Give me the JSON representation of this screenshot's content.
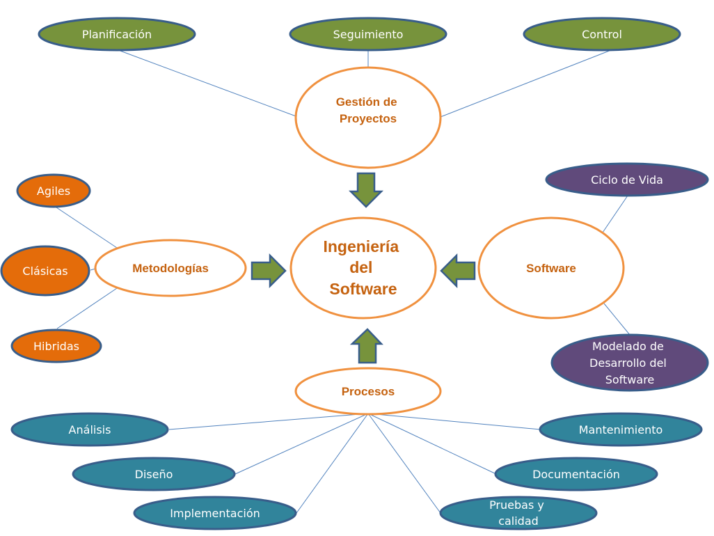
{
  "title": "Ingeniería del Software",
  "colors": {
    "hub_stroke": "#f0913f",
    "hub_text": "#c5620f",
    "connector": "#4f81bd",
    "arrow_fill": "#77933c",
    "arrow_stroke": "#385d8a",
    "leaf_stroke": "#385d8a",
    "green_leaf": "#77933c",
    "orange_leaf": "#e46c0a",
    "purple_leaf": "#604a7b",
    "teal_leaf": "#31849b"
  },
  "center": {
    "lines": [
      "Ingeniería",
      "del",
      "Software"
    ]
  },
  "hubs": {
    "gestion": {
      "lines": [
        "Gestión de",
        "Proyectos"
      ]
    },
    "metodologias": {
      "lines": [
        "Metodologías"
      ]
    },
    "software": {
      "lines": [
        "Software"
      ]
    },
    "procesos": {
      "lines": [
        "Procesos"
      ]
    }
  },
  "leaves": {
    "gestion": [
      {
        "lines": [
          "Planificación"
        ]
      },
      {
        "lines": [
          "Seguimiento"
        ]
      },
      {
        "lines": [
          "Control"
        ]
      }
    ],
    "metodologias": [
      {
        "lines": [
          "Agiles"
        ]
      },
      {
        "lines": [
          "Clásicas"
        ]
      },
      {
        "lines": [
          "Hibridas"
        ]
      }
    ],
    "software": [
      {
        "lines": [
          "Ciclo de Vida"
        ]
      },
      {
        "lines": [
          "Modelado de",
          "Desarrollo del",
          "Software"
        ]
      }
    ],
    "procesos": [
      {
        "lines": [
          "Análisis"
        ]
      },
      {
        "lines": [
          "Diseño"
        ]
      },
      {
        "lines": [
          "Implementación"
        ]
      },
      {
        "lines": [
          "Mantenimiento"
        ]
      },
      {
        "lines": [
          "Documentación"
        ]
      },
      {
        "lines": [
          "Pruebas y",
          "calidad"
        ]
      }
    ]
  }
}
